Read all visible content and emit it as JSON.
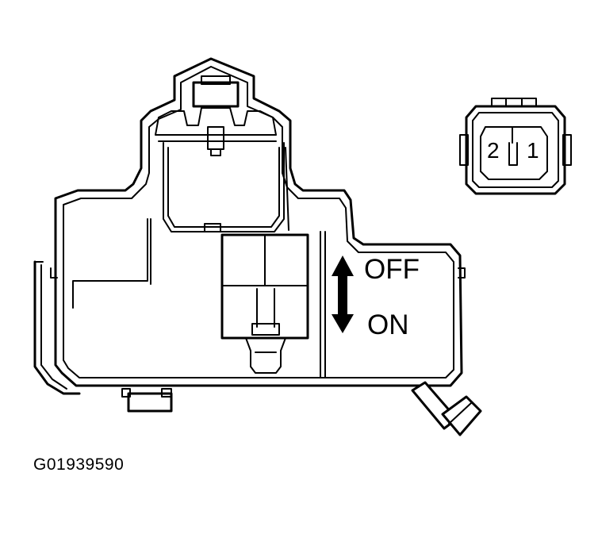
{
  "labels": {
    "state_off": "OFF",
    "state_on": "ON",
    "connector_pin_2": "2",
    "connector_pin_1": "1",
    "figure_id": "G01939590"
  }
}
